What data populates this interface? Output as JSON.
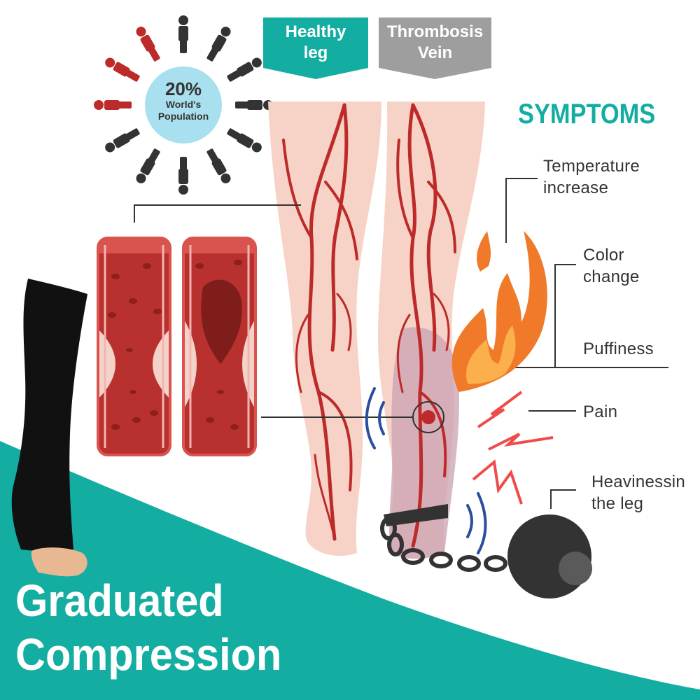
{
  "header": {
    "healthy_tab": [
      "Healthy",
      "leg"
    ],
    "thrombosis_tab": [
      "Thrombosis",
      "Vein"
    ]
  },
  "population_badge": {
    "percent": "20%",
    "line1": "World's",
    "line2": "Population",
    "highlighted_people": 3,
    "total_people": 12
  },
  "symptoms": {
    "title": "SYMPTOMS",
    "items": [
      {
        "line1": "Temperature",
        "line2": "increase"
      },
      {
        "line1": "Color",
        "line2": "change"
      },
      {
        "line1": "Puffiness",
        "line2": ""
      },
      {
        "line1": "Pain",
        "line2": ""
      },
      {
        "line1": "Heavinessin",
        "line2": "the leg"
      }
    ]
  },
  "promo": {
    "line1": "Graduated",
    "line2": "Compression"
  },
  "colors": {
    "teal": "#13ada1",
    "gray_tab": "#9e9e9e",
    "skin": "#f6d3c6",
    "vein": "#bd2a2a",
    "fire_orange": "#f07a2a",
    "pain_red": "#ef4b4b",
    "sound_blue": "#2b4f9c",
    "badge_blue": "#a9e0ef",
    "ball": "#333333"
  },
  "icons": [
    "person-icon",
    "fire-icon",
    "lightning-icon",
    "sound-wave-icon",
    "ball-and-chain-icon",
    "compression-sock-icon",
    "blood-vessel-icon"
  ]
}
